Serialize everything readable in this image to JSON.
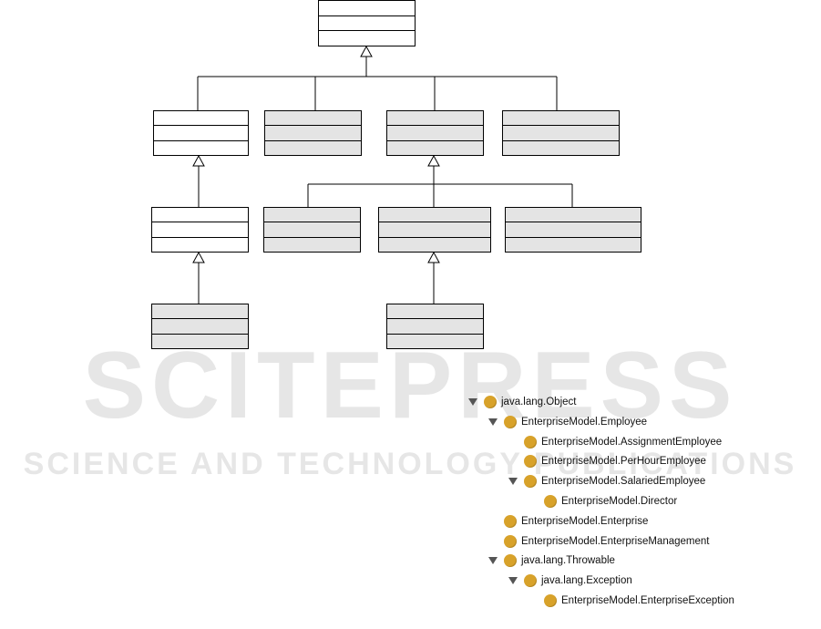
{
  "diagram": {
    "root": {
      "shaded": false
    },
    "level1": [
      {
        "id": "c1",
        "shaded": false
      },
      {
        "id": "c2",
        "shaded": true
      },
      {
        "id": "c3",
        "shaded": true
      },
      {
        "id": "c4",
        "shaded": true
      }
    ],
    "level2": [
      {
        "id": "c5",
        "shaded": false,
        "parent": "c1"
      },
      {
        "id": "c6",
        "shaded": true,
        "parent": "c3"
      },
      {
        "id": "c7",
        "shaded": true,
        "parent": "c3"
      },
      {
        "id": "c8",
        "shaded": true,
        "parent": "c3"
      }
    ],
    "level3": [
      {
        "id": "c9",
        "shaded": true,
        "parent": "c5"
      },
      {
        "id": "c10",
        "shaded": true,
        "parent": "c7"
      }
    ]
  },
  "watermark": {
    "main_text": "SCITEPRESS",
    "sub_text": "SCIENCE AND TECHNOLOGY PUBLICATIONS"
  },
  "tree": {
    "items": [
      {
        "label": "java.lang.Object",
        "depth": 0,
        "expanded": true
      },
      {
        "label": "EnterpriseModel.Employee",
        "depth": 1,
        "expanded": true
      },
      {
        "label": "EnterpriseModel.AssignmentEmployee",
        "depth": 2,
        "expanded": false
      },
      {
        "label": "EnterpriseModel.PerHourEmployee",
        "depth": 2,
        "expanded": false
      },
      {
        "label": "EnterpriseModel.SalariedEmployee",
        "depth": 2,
        "expanded": true
      },
      {
        "label": "EnterpriseModel.Director",
        "depth": 3,
        "expanded": false
      },
      {
        "label": "EnterpriseModel.Enterprise",
        "depth": 1,
        "expanded": false
      },
      {
        "label": "EnterpriseModel.EnterpriseManagement",
        "depth": 1,
        "expanded": false
      },
      {
        "label": "java.lang.Throwable",
        "depth": 1,
        "expanded": true
      },
      {
        "label": "java.lang.Exception",
        "depth": 2,
        "expanded": true
      },
      {
        "label": "EnterpriseModel.EnterpriseException",
        "depth": 3,
        "expanded": false
      }
    ],
    "colors": {
      "node_dot": "#d8a22a",
      "toggle": "#555555"
    }
  }
}
